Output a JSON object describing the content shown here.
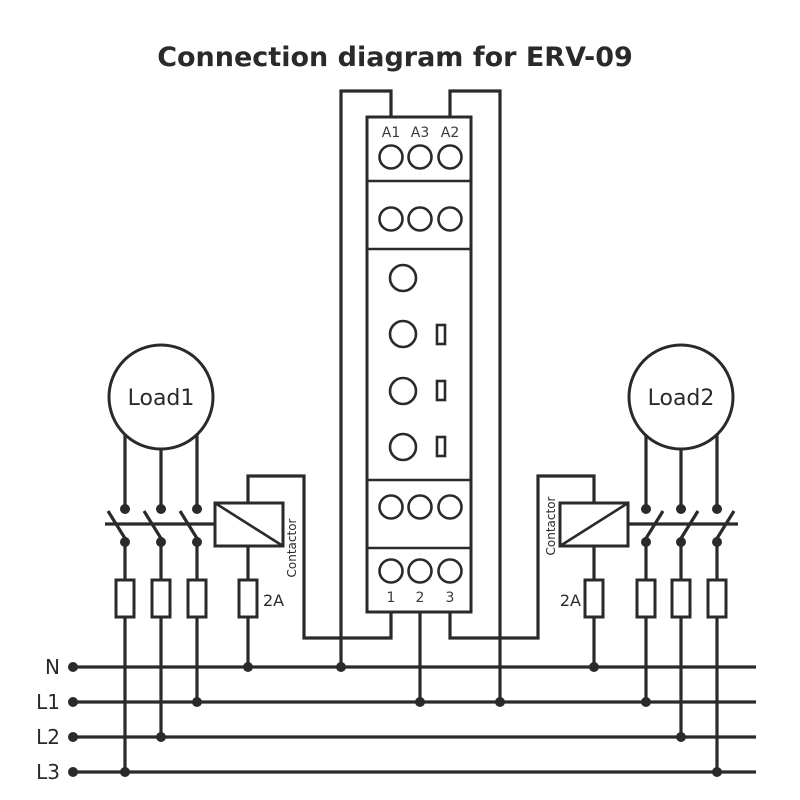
{
  "title": "Connection diagram for ERV-09",
  "device": {
    "name": "ERV-09",
    "top_terminals": [
      "A1",
      "A3",
      "A2"
    ],
    "bottom_terminals": [
      "1",
      "2",
      "3"
    ],
    "indicator_leds": 4,
    "indicator_windows": 3
  },
  "loads": [
    {
      "id": "load1",
      "label": "Load1"
    },
    {
      "id": "load2",
      "label": "Load2"
    }
  ],
  "contactors": [
    {
      "id": "contactor-left",
      "label": "Contactor"
    },
    {
      "id": "contactor-right",
      "label": "Contactor"
    }
  ],
  "fuses": {
    "control_fuse_label": "2A"
  },
  "bus_lines": [
    {
      "id": "N",
      "label": "N"
    },
    {
      "id": "L1",
      "label": "L1"
    },
    {
      "id": "L2",
      "label": "L2"
    },
    {
      "id": "L3",
      "label": "L3"
    }
  ],
  "colors": {
    "line": "#2a2a2a",
    "background": "#ffffff"
  }
}
